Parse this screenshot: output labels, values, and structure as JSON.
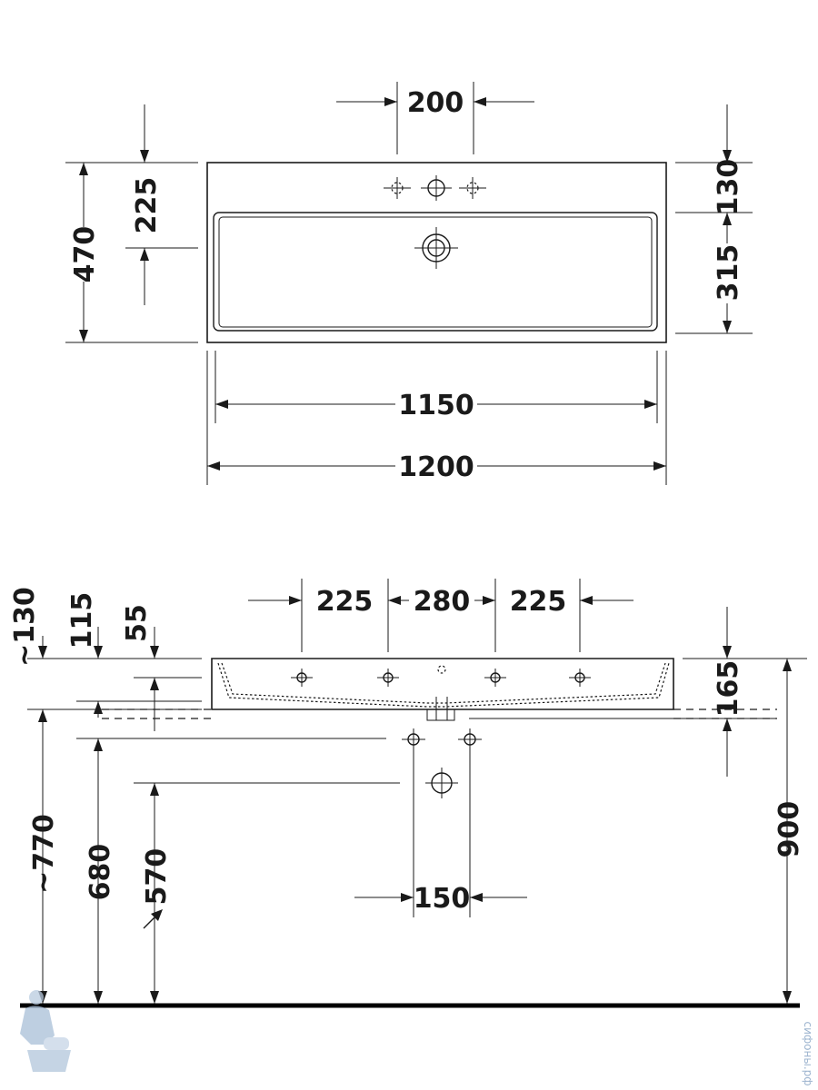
{
  "top_view": {
    "dim_tap_spacing": "200",
    "dim_tap_from_back": "225",
    "dim_depth_total": "470",
    "dim_basin_back_offset": "130",
    "dim_basin_depth": "315",
    "dim_basin_width": "1150",
    "dim_total_width": "1200"
  },
  "front_view": {
    "dim_hole_spacing_left": "225",
    "dim_hole_spacing_center": "280",
    "dim_hole_spacing_right": "225",
    "dim_approx_130": "~130",
    "dim_115": "115",
    "dim_55": "55",
    "dim_165": "165",
    "dim_770": "~770",
    "dim_680": "680",
    "dim_570": "570",
    "dim_150": "150",
    "dim_900": "900"
  },
  "watermark": "сифоны.рф",
  "colors": {
    "line": "#1a1a1a",
    "floor": "#000000",
    "watermark": "#9db4cf"
  }
}
